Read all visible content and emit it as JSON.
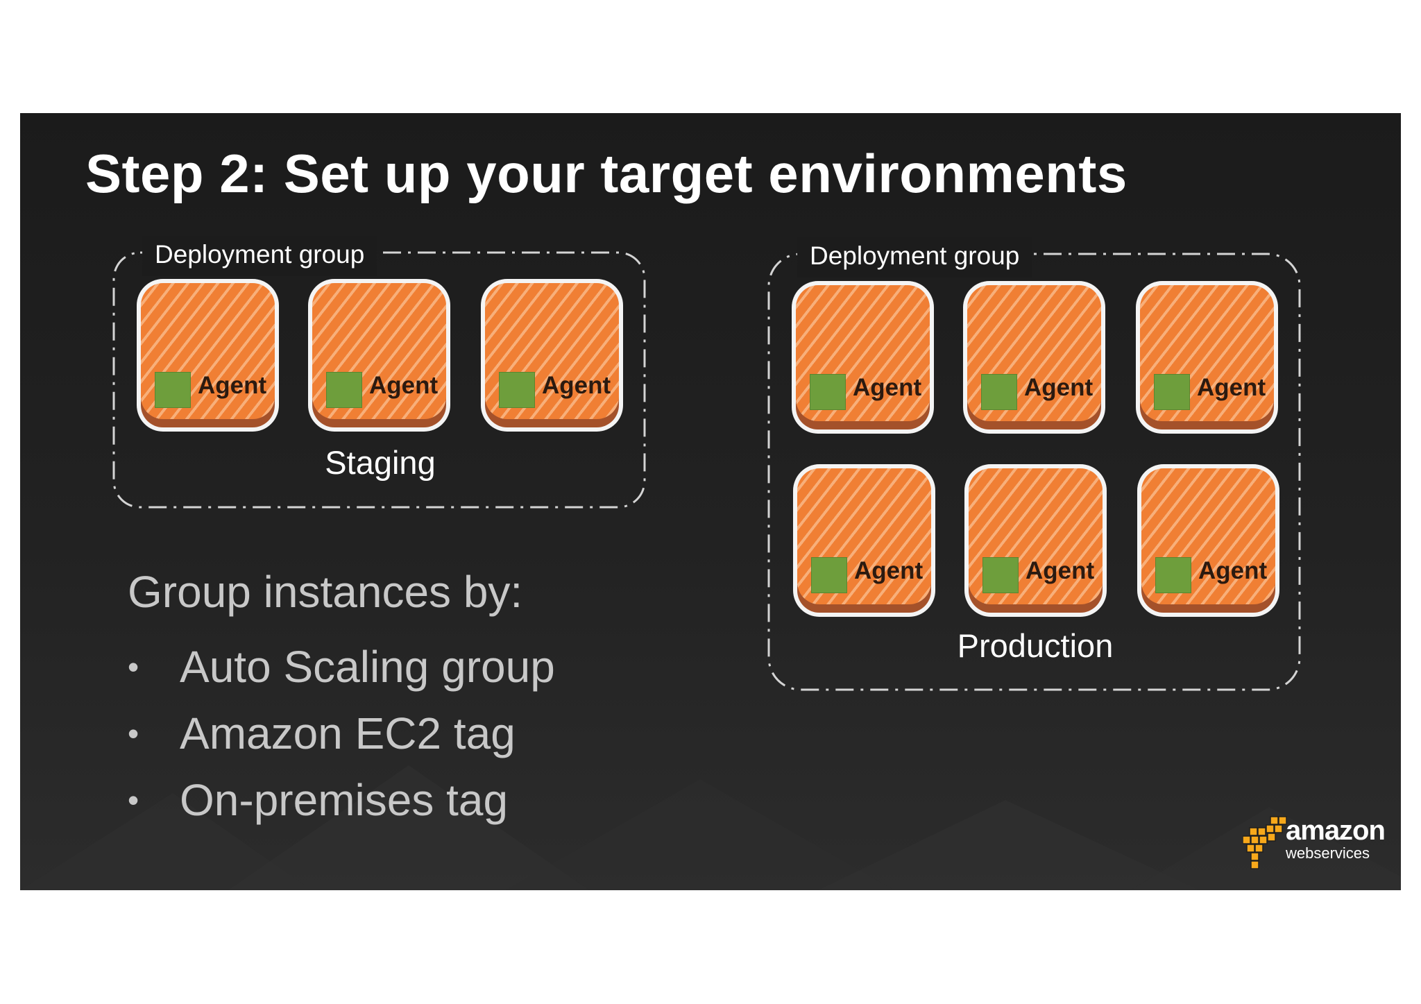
{
  "slide": {
    "title": "Step 2: Set up your target environments"
  },
  "groups": [
    {
      "label": "Deployment group",
      "environment": "Staging",
      "instances": [
        "Agent",
        "Agent",
        "Agent"
      ]
    },
    {
      "label": "Deployment group",
      "environment": "Production",
      "instances": [
        "Agent",
        "Agent",
        "Agent",
        "Agent",
        "Agent",
        "Agent"
      ]
    }
  ],
  "criteria": {
    "heading": "Group instances by:",
    "bullet": "•",
    "items": [
      "Auto Scaling group",
      "Amazon EC2 tag",
      "On-premises tag"
    ]
  },
  "logo": {
    "word": "amazon",
    "sub": "webservices",
    "icon": "aws-cubes-icon"
  },
  "colors": {
    "slide_background": "#1f1f1f",
    "instance_orange": "#f07f34",
    "instance_depth": "#a4512a",
    "agent_green": "#6e9e3c",
    "logo_yellow": "#f7a81b"
  }
}
